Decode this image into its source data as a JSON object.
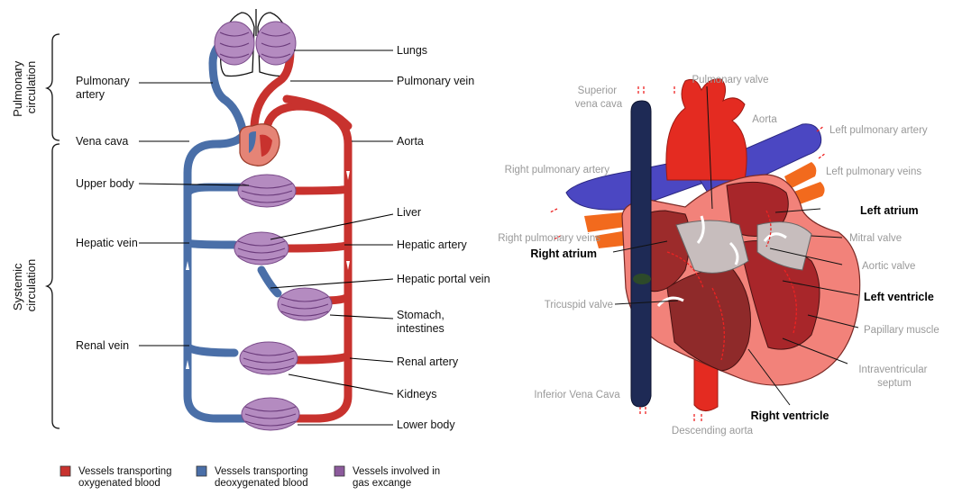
{
  "colors": {
    "oxygenated": "#c8322e",
    "deoxygenated": "#4a6fa8",
    "gas_exchange": "#8c5a9c",
    "heart_dark": "#1e2a55",
    "valve_gray": "#c7bdbd"
  },
  "circulation": {
    "pulmonary": "Pulmonary circulation",
    "systemic": "Systemic circulation",
    "labels": {
      "lungs": "Lungs",
      "pulmonary_artery": "Pulmonary artery",
      "pulmonary_vein": "Pulmonary vein",
      "vena_cava": "Vena cava",
      "aorta": "Aorta",
      "upper_body": "Upper body",
      "liver": "Liver",
      "hepatic_vein": "Hepatic vein",
      "hepatic_artery": "Hepatic artery",
      "hepatic_portal_vein": "Hepatic portal vein",
      "stomach_intestines": "Stomach, intestines",
      "renal_vein": "Renal vein",
      "renal_artery": "Renal artery",
      "kidneys": "Kidneys",
      "lower_body": "Lower body"
    }
  },
  "legend": [
    {
      "label": "Vessels transporting oxygenated blood",
      "color_key": "oxygenated"
    },
    {
      "label": "Vessels transporting deoxygenated blood",
      "color_key": "deoxygenated"
    },
    {
      "label": "Vessels involved in gas excange",
      "color_key": "gas_exchange"
    }
  ],
  "heart": {
    "superior_vena_cava": "Superior vena cava",
    "pulmonary_valve": "Pulmonary valve",
    "aorta": "Aorta",
    "left_pulmonary_artery": "Left pulmonary artery",
    "right_pulmonary_artery": "Right pulmonary artery",
    "left_pulmonary_veins": "Left pulmonary veins",
    "right_pulmonary_veins": "Right pulmonary veins",
    "left_atrium": "Left atrium",
    "right_atrium": "Right atrium",
    "mitral_valve": "Mitral valve",
    "aortic_valve": "Aortic valve",
    "tricuspid_valve": "Tricuspid valve",
    "left_ventricle": "Left ventricle",
    "papillary_muscle": "Papillary muscle",
    "intraventricular_septum": "Intraventricular septum",
    "inferior_vena_cava": "Inferior Vena Cava",
    "right_ventricle": "Right ventricle",
    "descending_aorta": "Descending aorta"
  }
}
